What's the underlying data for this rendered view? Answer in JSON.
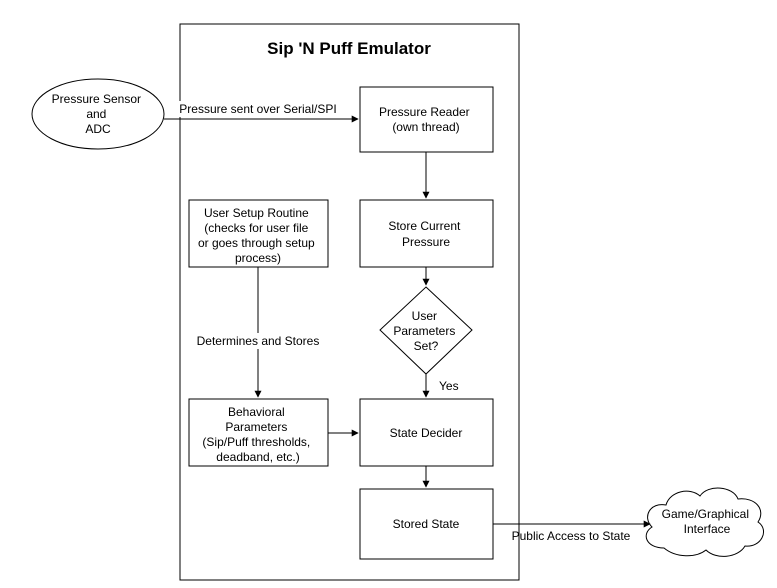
{
  "title": "Sip 'N Puff Emulator",
  "nodes": {
    "pressure_sensor": [
      "Pressure Sensor",
      "and",
      "ADC"
    ],
    "pressure_reader": [
      "Pressure Reader",
      "(own thread)"
    ],
    "store_current_pressure": [
      "Store Current",
      "Pressure"
    ],
    "user_params_decision": [
      "User",
      "Parameters",
      "Set?"
    ],
    "user_setup_routine": [
      "User Setup Routine",
      "(checks for user file",
      "or goes through setup",
      "process)"
    ],
    "behavioral_parameters": [
      "Behavioral",
      "Parameters",
      "(Sip/Puff thresholds,",
      "deadband, etc.)"
    ],
    "state_decider": [
      "State Decider"
    ],
    "stored_state": [
      "Stored State"
    ],
    "game_interface": [
      "Game/Graphical",
      "Interface"
    ]
  },
  "edge_labels": {
    "serial": "Pressure sent over Serial/SPI",
    "determines": "Determines and Stores",
    "yes": "Yes",
    "public_access": "Public Access to State"
  },
  "colors": {
    "stroke": "#000000",
    "fill": "#ffffff",
    "text": "#000000"
  }
}
